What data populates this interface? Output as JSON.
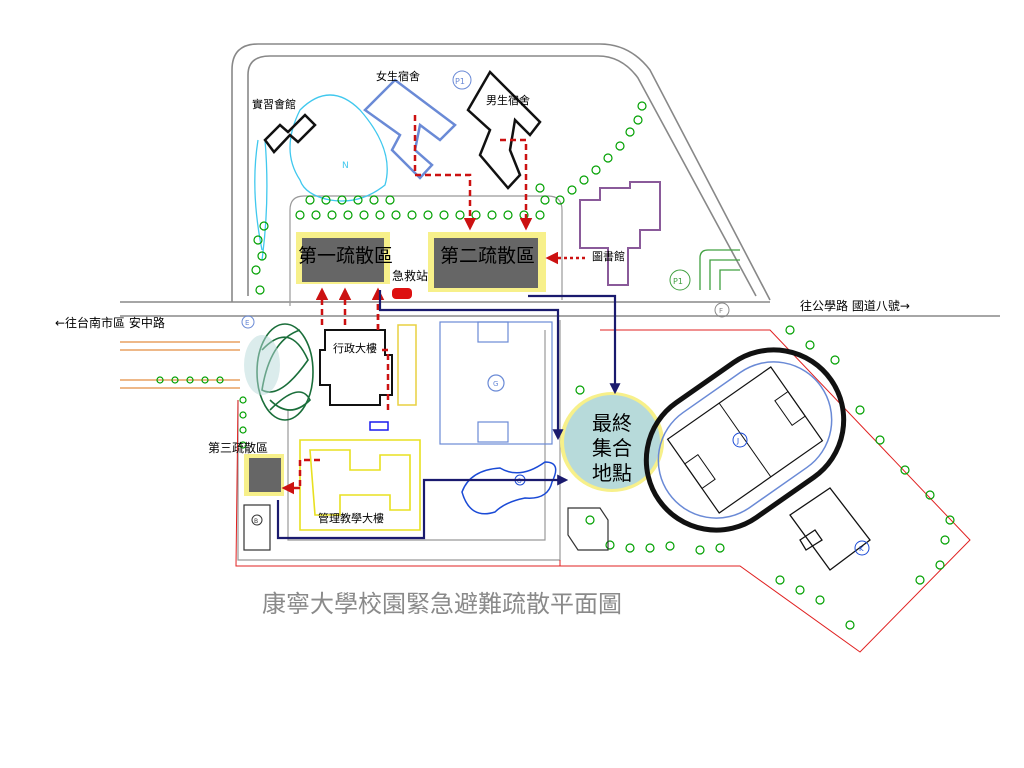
{
  "map": {
    "title": "康寧大學校園緊急避難疏散平面圖",
    "road_west": "←往台南市區 安中路",
    "road_east": "往公學路 國道八號→",
    "zones": {
      "zone1": "第一疏散區",
      "zone2": "第二疏散區",
      "zone3": "第三疏散區"
    },
    "assembly_point": [
      "最終",
      "集合",
      "地點"
    ],
    "buildings": {
      "practice_hall": "實習會館",
      "female_dorm": "女生宿舍",
      "male_dorm": "男生宿舍",
      "library": "圖書館",
      "admin": "行政大樓",
      "management": "管理教學大樓",
      "first_aid": "急救站"
    },
    "markers": [
      "N",
      "P1",
      "P1",
      "F",
      "E",
      "G",
      "J",
      "K",
      "B",
      "O"
    ],
    "colors": {
      "evac_route_dashed": "#cc1111",
      "evac_route_solid": "#1a1a6e",
      "zone_fill": "#666666",
      "zone_border": "#f7f08a",
      "assembly_fill": "#b7dada",
      "first_aid": "#dd1111",
      "library": "#8a5a9a",
      "dorm_female": "#6a8ad6",
      "dorm_male": "#000000",
      "pond": "#40c8ee",
      "tree": "#00a000",
      "road": "#888888",
      "boundary": "#e02020",
      "title_color": "#8a8a8a"
    }
  }
}
